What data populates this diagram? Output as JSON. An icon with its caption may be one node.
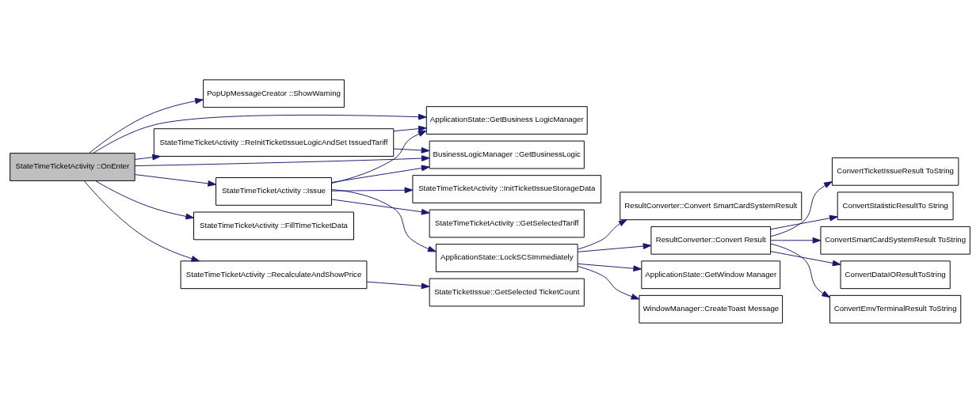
{
  "diagram": {
    "nodes": [
      {
        "text": [
          "StateTimeTicketActivity ::OnEnter"
        ]
      },
      {
        "text": [
          "PopUpMessageCreator ::ShowWarning"
        ]
      },
      {
        "text": [
          "StateTimeTicketActivity ::ReInitTicketIssueLogicAndSet IssuedTariff"
        ]
      },
      {
        "text": [
          "ApplicationState::GetBusiness LogicManager"
        ]
      },
      {
        "text": [
          "BusinessLogicManager ::GetBusinessLogic"
        ]
      },
      {
        "text": [
          "StateTimeTicketActivity ::Issue"
        ]
      },
      {
        "text": [
          "StateTimeTicketActivity ::InitTicketIssueStorageData"
        ]
      },
      {
        "text": [
          "StateTimeTicketActivity ::GetSelectedTariff"
        ]
      },
      {
        "text": [
          "StateTimeTicketActivity ::FillTimeTicketData"
        ]
      },
      {
        "text": [
          "StateTimeTicketActivity ::RecalculateAndShowPrice"
        ]
      },
      {
        "text": [
          "StateTicketIssue::GetSelected TicketCount"
        ]
      },
      {
        "text": [
          "ApplicationState::LockSCSImmediately"
        ]
      },
      {
        "text": [
          "ResultConverter::Convert SmartCardSystemResult"
        ]
      },
      {
        "text": [
          "ResultConverter::Convert Result"
        ]
      },
      {
        "text": [
          "ApplicationState::GetWindow Manager"
        ]
      },
      {
        "text": [
          "WindowManager::CreateToast Message"
        ]
      },
      {
        "text": [
          "ConvertTicketIssueResult ToString"
        ]
      },
      {
        "text": [
          "ConvertStatisticResultTo String"
        ]
      },
      {
        "text": [
          "ConvertSmartCardSystemResult ToString"
        ]
      },
      {
        "text": [
          "ConvertDataIOResultToString"
        ]
      },
      {
        "text": [
          "ConvertEmvTerminalResult ToString"
        ]
      }
    ],
    "edges": [
      {
        "from": 0,
        "to": 1,
        "arrow": "to"
      },
      {
        "from": 0,
        "to": 3,
        "arrow": "to"
      },
      {
        "from": 0,
        "to": 2,
        "arrow": "to"
      },
      {
        "from": 0,
        "to": 4,
        "arrow": "to"
      },
      {
        "from": 0,
        "to": 5,
        "arrow": "to"
      },
      {
        "from": 0,
        "to": 8,
        "arrow": "to"
      },
      {
        "from": 0,
        "to": 9,
        "arrow": "to"
      },
      {
        "from": 2,
        "to": 3,
        "arrow": "to"
      },
      {
        "from": 2,
        "to": 4,
        "arrow": "to"
      },
      {
        "from": 5,
        "to": 3,
        "arrow": "to"
      },
      {
        "from": 5,
        "to": 4,
        "arrow": "to"
      },
      {
        "from": 5,
        "to": 6,
        "arrow": "to"
      },
      {
        "from": 5,
        "to": 7,
        "arrow": "to"
      },
      {
        "from": 5,
        "to": 11,
        "arrow": "to"
      },
      {
        "from": 9,
        "to": 10,
        "arrow": "to"
      },
      {
        "from": 11,
        "to": 12,
        "arrow": "to"
      },
      {
        "from": 11,
        "to": 13,
        "arrow": "to"
      },
      {
        "from": 11,
        "to": 14,
        "arrow": "to"
      },
      {
        "from": 11,
        "to": 15,
        "arrow": "to"
      },
      {
        "from": 13,
        "to": 16,
        "arrow": "to"
      },
      {
        "from": 13,
        "to": 17,
        "arrow": "to"
      },
      {
        "from": 13,
        "to": 18,
        "arrow": "to"
      },
      {
        "from": 13,
        "to": 19,
        "arrow": "to"
      },
      {
        "from": 13,
        "to": 20,
        "arrow": "to"
      }
    ]
  }
}
